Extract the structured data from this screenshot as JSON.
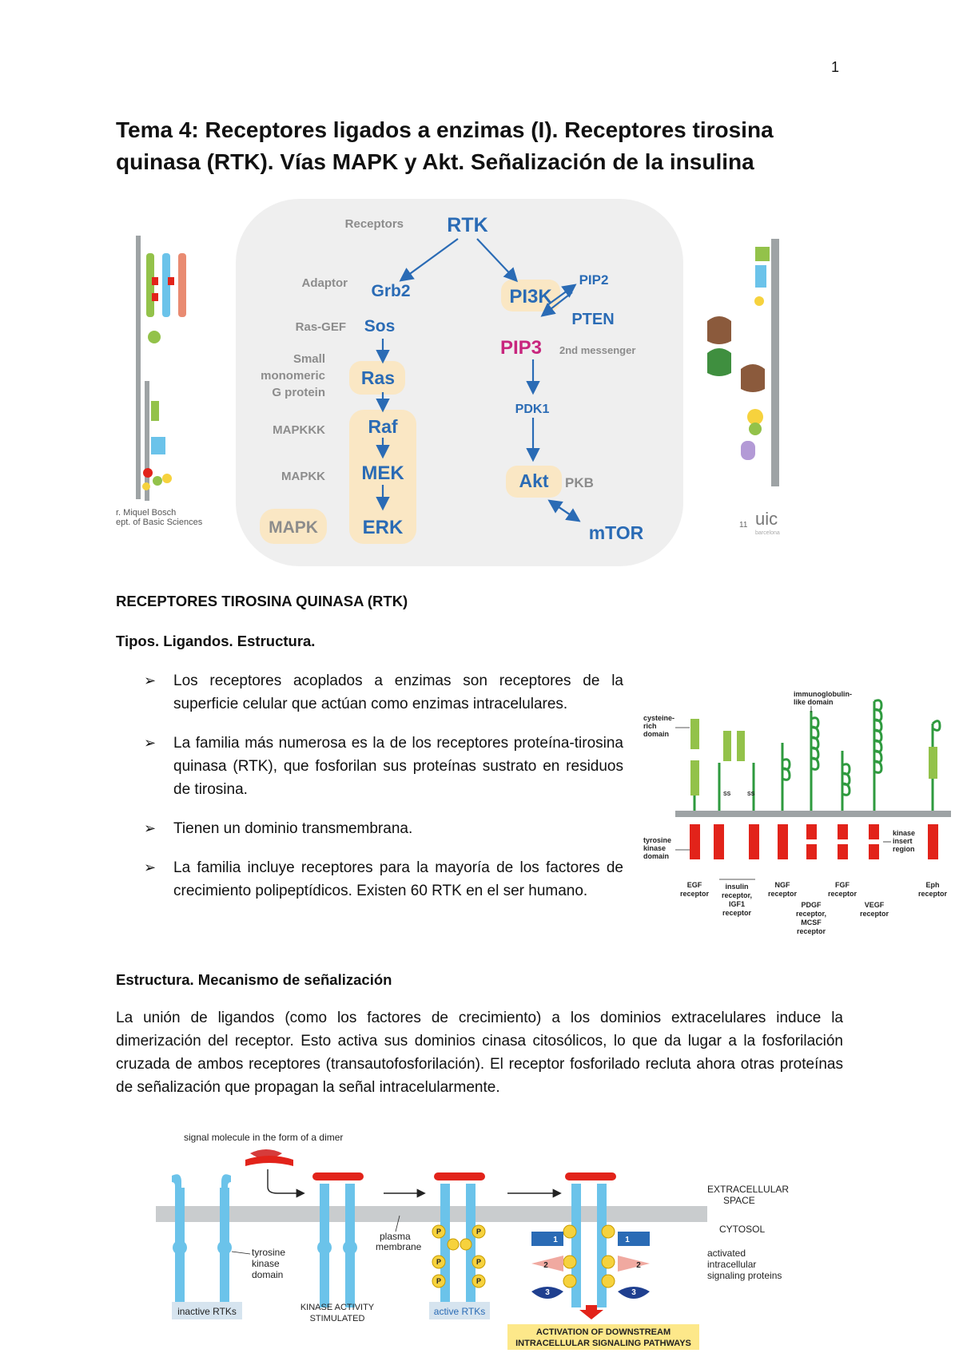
{
  "page_number": "1",
  "title": "Tema 4: Receptores ligados a enzimas (I). Receptores tirosina quinasa (RTK). Vías MAPK y Akt. Señalización de la insulina",
  "slide": {
    "row_labels": [
      "Receptors",
      "Adaptor",
      "Ras-GEF",
      "Small",
      "monomeric",
      "G protein",
      "MAPKKK",
      "MAPKK",
      "MAPK"
    ],
    "nodes": {
      "rtk": "RTK",
      "grb2": "Grb2",
      "sos": "Sos",
      "ras": "Ras",
      "raf": "Raf",
      "mek": "MEK",
      "erk": "ERK",
      "pi3k": "PI3K",
      "pip2": "PIP2",
      "pten": "PTEN",
      "pip3": "PIP3",
      "second_messenger": "2nd messenger",
      "pdk1": "PDK1",
      "akt": "Akt",
      "pkb": "PKB",
      "mtor": "mTOR"
    },
    "footer_left_1": "r. Miquel Bosch",
    "footer_left_2": "ept. of Basic Sciences",
    "slide_number": "11",
    "logo": "uic",
    "logo_sub": "barcelona"
  },
  "section_heading": "RECEPTORES TIROSINA QUINASA (RTK)",
  "subheading_1": "Tipos. Ligandos. Estructura.",
  "bullets": [
    "Los receptores acoplados a enzimas son receptores de la superficie celular que actúan como enzimas intracelulares.",
    "La familia más numerosa es la de los receptores proteína-tirosina quinasa (RTK), que fosforilan sus proteínas sustrato en residuos de tirosina.",
    "Tienen un dominio transmembrana.",
    "La familia incluye receptores para la mayoría de los factores de crecimiento polipeptídicos. Existen 60 RTK en el ser humano."
  ],
  "rtk_family_figure": {
    "labels": {
      "cysteine_1": "cysteine-",
      "cysteine_2": "rich",
      "cysteine_3": "domain",
      "ig_1": "immunoglobulin-",
      "ig_2": "like domain",
      "tk_1": "tyrosine",
      "tk_2": "kinase",
      "tk_3": "domain",
      "ki_1": "kinase",
      "ki_2": "insert",
      "ki_3": "region",
      "ss": "SS"
    },
    "receptors": [
      [
        "EGF",
        "receptor"
      ],
      [
        "insulin",
        "receptor,",
        "IGF1",
        "receptor"
      ],
      [
        "NGF",
        "receptor"
      ],
      [
        "PDGF",
        "receptor,",
        "MCSF",
        "receptor"
      ],
      [
        "FGF",
        "receptor"
      ],
      [
        "VEGF",
        "receptor"
      ],
      [
        "Eph",
        "receptor"
      ]
    ]
  },
  "subheading_2": "Estructura. Mecanismo de señalización",
  "paragraph": "La unión de ligandos (como los factores de crecimiento) a los dominios extracelulares induce la dimerización del receptor. Esto activa sus dominios cinasa citosólicos, lo que da lugar a la fosforilación cruzada de ambos receptores (transautofosforilación). El receptor fosforilado recluta ahora otras proteínas de señalización que propagan la señal intracelularmente.",
  "mechanism_figure": {
    "signal_molecule": "signal molecule in the form of a dimer",
    "extracellular_1": "EXTRACELLULAR",
    "extracellular_2": "SPACE",
    "cytosol": "CYTOSOL",
    "plasma_1": "plasma",
    "plasma_2": "membrane",
    "tk_1": "tyrosine",
    "tk_2": "kinase",
    "tk_3": "domain",
    "inactive": "inactive RTKs",
    "kinase_1": "KINASE ACTIVITY",
    "kinase_2": "STIMULATED",
    "active": "active RTKs",
    "activated_1": "activated",
    "activated_2": "intracellular",
    "activated_3": "signaling proteins",
    "downstream_1": "ACTIVATION OF DOWNSTREAM",
    "downstream_2": "INTRACELLULAR SIGNALING PATHWAYS",
    "p": "P",
    "n1": "1",
    "n2": "2",
    "n3": "3"
  },
  "colors": {
    "slide_bg": "#efefef",
    "node_blue": "#2a6bb5",
    "node_magenta": "#c8267e",
    "node_fill": "#fae7c4",
    "receptor_red": "#e2231a",
    "receptor_green": "#93c24a",
    "membrane_gray": "#9ea3a5",
    "receptor_blue": "#6bc3ea",
    "phospho_yellow": "#f6d23d"
  }
}
